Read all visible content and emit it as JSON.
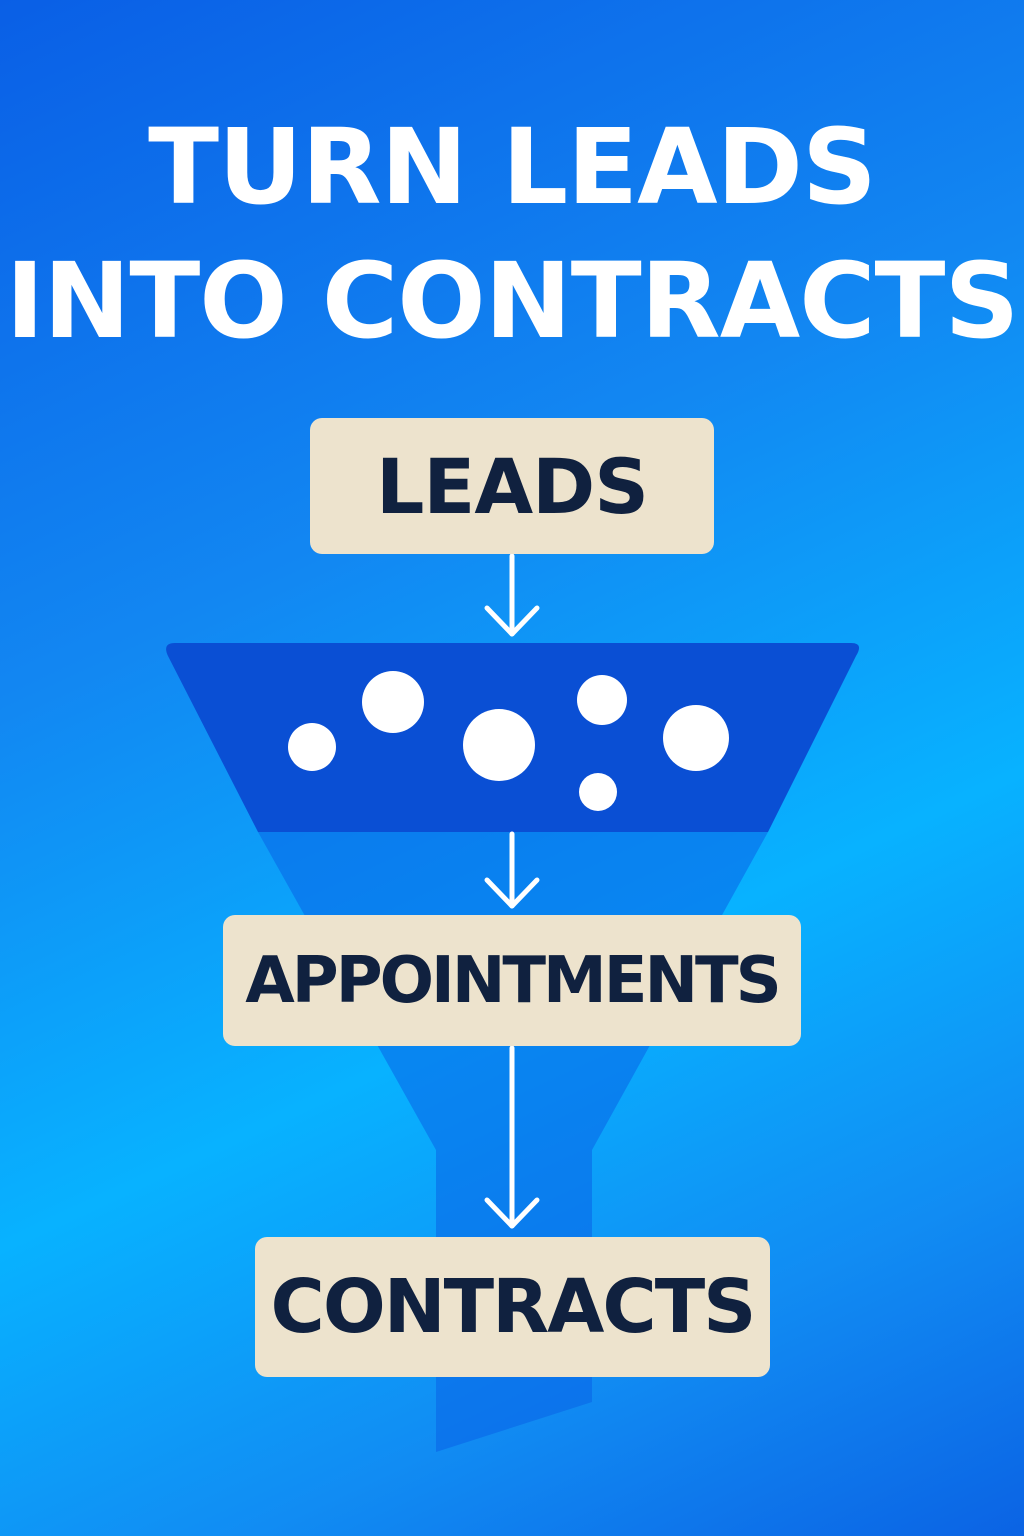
{
  "title": {
    "line1": "TURN LEADS",
    "line2": "INTO CONTRACTS"
  },
  "stages": {
    "leads": "LEADS",
    "appointments": "APPOINTMENTS",
    "contracts": "CONTRACTS"
  },
  "colors": {
    "background_top": "#0a5fe6",
    "background_mid": "#08b2ff",
    "funnel_top": "#0a4fd4",
    "funnel_body": "#0a62e6",
    "label_box": "#ede3cd",
    "label_text": "#10213f",
    "title_text": "#ffffff",
    "arrow": "#ffffff"
  }
}
